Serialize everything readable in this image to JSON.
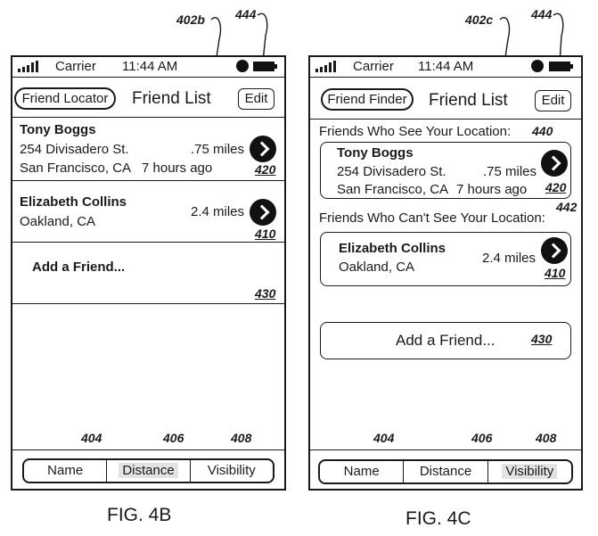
{
  "fig4b": {
    "caption": "FIG. 4B",
    "screen_ref": "402b",
    "edit_ref": "444",
    "status": {
      "carrier": "Carrier",
      "time": "11:44 AM"
    },
    "nav": {
      "back": "Friend Locator",
      "title": "Friend List",
      "edit": "Edit"
    },
    "friends": [
      {
        "name": "Tony Boggs",
        "address": "254 Divisadero St.",
        "city": "San Francisco, CA",
        "age": "7 hours ago",
        "distance": ".75 miles",
        "ref": "420"
      },
      {
        "name": "Elizabeth Collins",
        "city": "Oakland, CA",
        "distance": "2.4 miles",
        "ref": "410"
      }
    ],
    "add_friend": {
      "label": "Add a Friend...",
      "ref": "430"
    },
    "tabs": [
      {
        "label": "Name",
        "ref": "404"
      },
      {
        "label": "Distance",
        "ref": "406"
      },
      {
        "label": "Visibility",
        "ref": "408"
      }
    ],
    "selected_tab": "Distance"
  },
  "fig4c": {
    "caption": "FIG. 4C",
    "screen_ref": "402c",
    "edit_ref": "444",
    "status": {
      "carrier": "Carrier",
      "time": "11:44 AM"
    },
    "nav": {
      "back": "Friend Finder",
      "title": "Friend List",
      "edit": "Edit"
    },
    "section_see": {
      "label": "Friends Who See Your Location:",
      "ref": "440"
    },
    "section_cant": {
      "label": "Friends Who Can't See Your Location:",
      "ref": "442"
    },
    "friends": [
      {
        "name": "Tony Boggs",
        "address": "254 Divisadero St.",
        "city": "San Francisco, CA",
        "age": "7 hours ago",
        "distance": ".75 miles",
        "ref": "420"
      },
      {
        "name": "Elizabeth Collins",
        "city": "Oakland, CA",
        "distance": "2.4 miles",
        "ref": "410"
      }
    ],
    "add_friend": {
      "label": "Add a Friend...",
      "ref": "430"
    },
    "tabs": [
      {
        "label": "Name",
        "ref": "404"
      },
      {
        "label": "Distance",
        "ref": "406"
      },
      {
        "label": "Visibility",
        "ref": "408"
      }
    ],
    "selected_tab": "Visibility"
  }
}
